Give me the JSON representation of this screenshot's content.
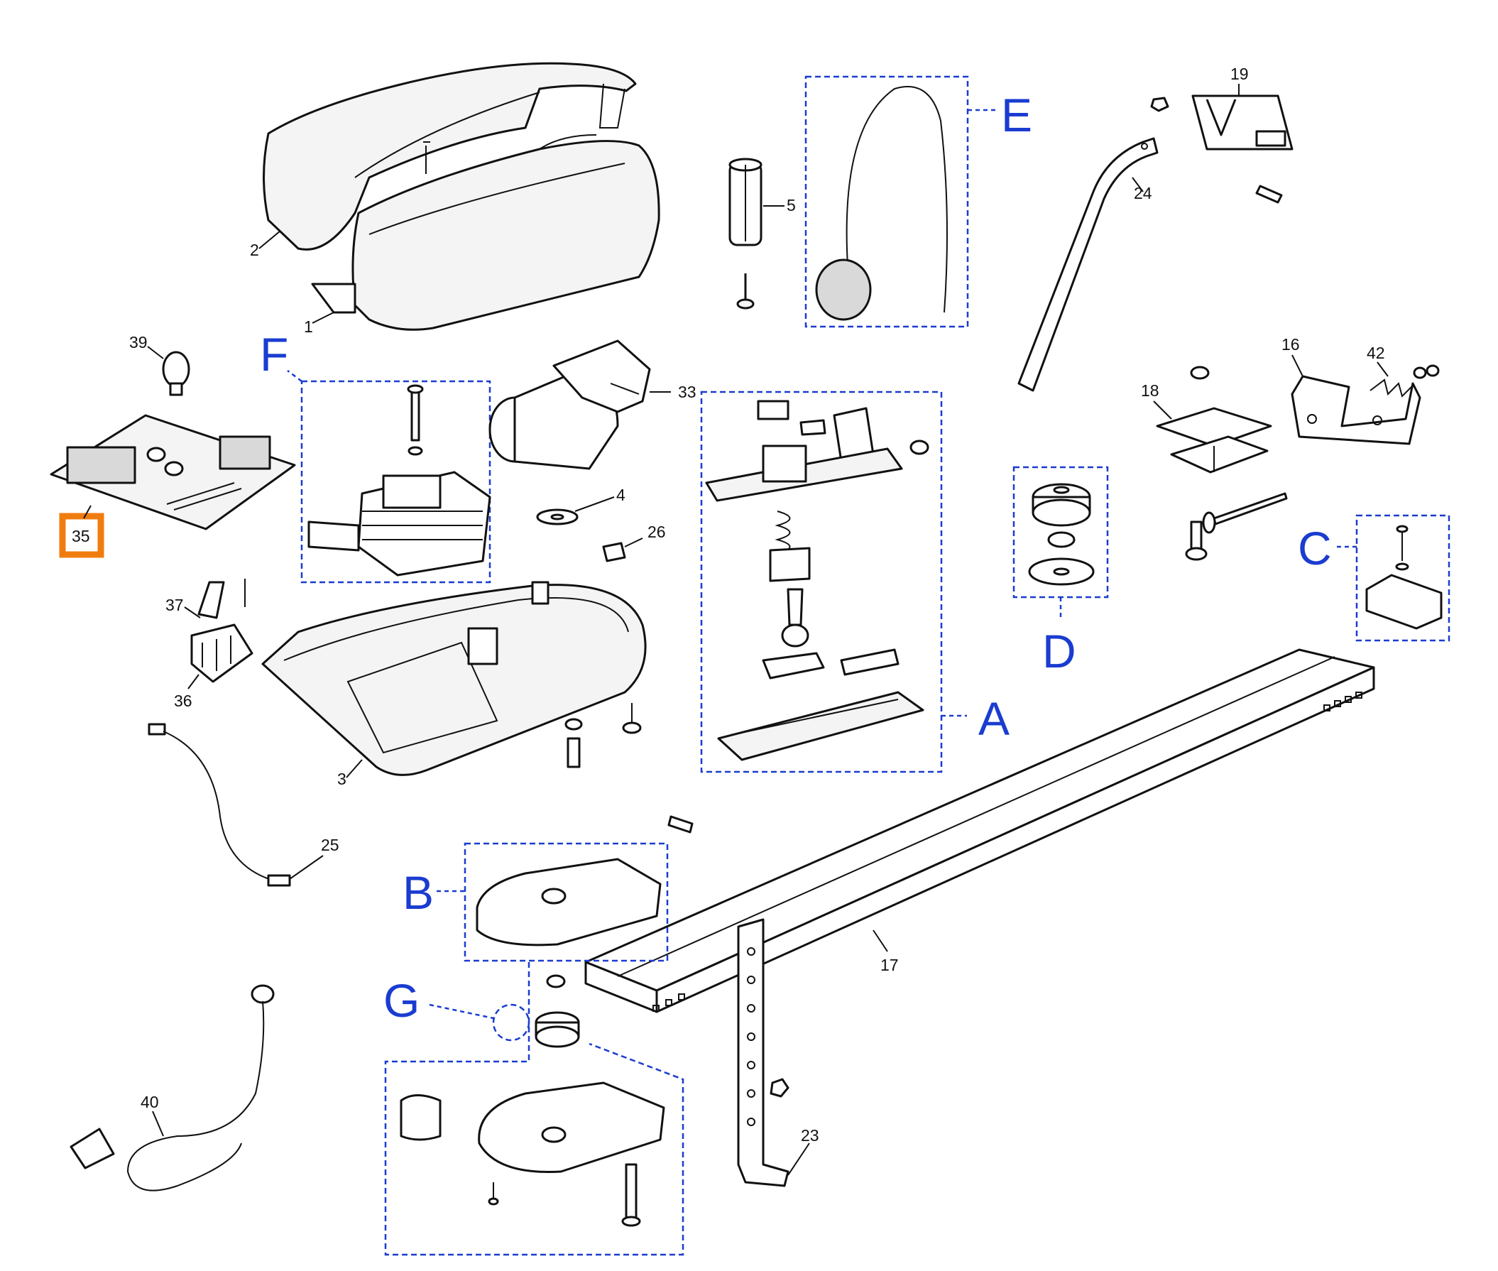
{
  "diagram": {
    "part_numbers": {
      "p1": "1",
      "p2": "2",
      "p3": "3",
      "p4": "4",
      "p5": "5",
      "p16": "16",
      "p17": "17",
      "p18": "18",
      "p19": "19",
      "p23": "23",
      "p24": "24",
      "p25": "25",
      "p26": "26",
      "p33": "33",
      "p35": "35",
      "p36": "36",
      "p37": "37",
      "p39": "39",
      "p40": "40",
      "p42": "42"
    },
    "group_labels": {
      "A": "A",
      "B": "B",
      "C": "C",
      "D": "D",
      "E": "E",
      "F": "F",
      "G": "G"
    },
    "highlighted_part": "35",
    "colors": {
      "group_label": "#1a3cd0",
      "highlight": "#f07c10",
      "line_art": "#111111"
    }
  }
}
